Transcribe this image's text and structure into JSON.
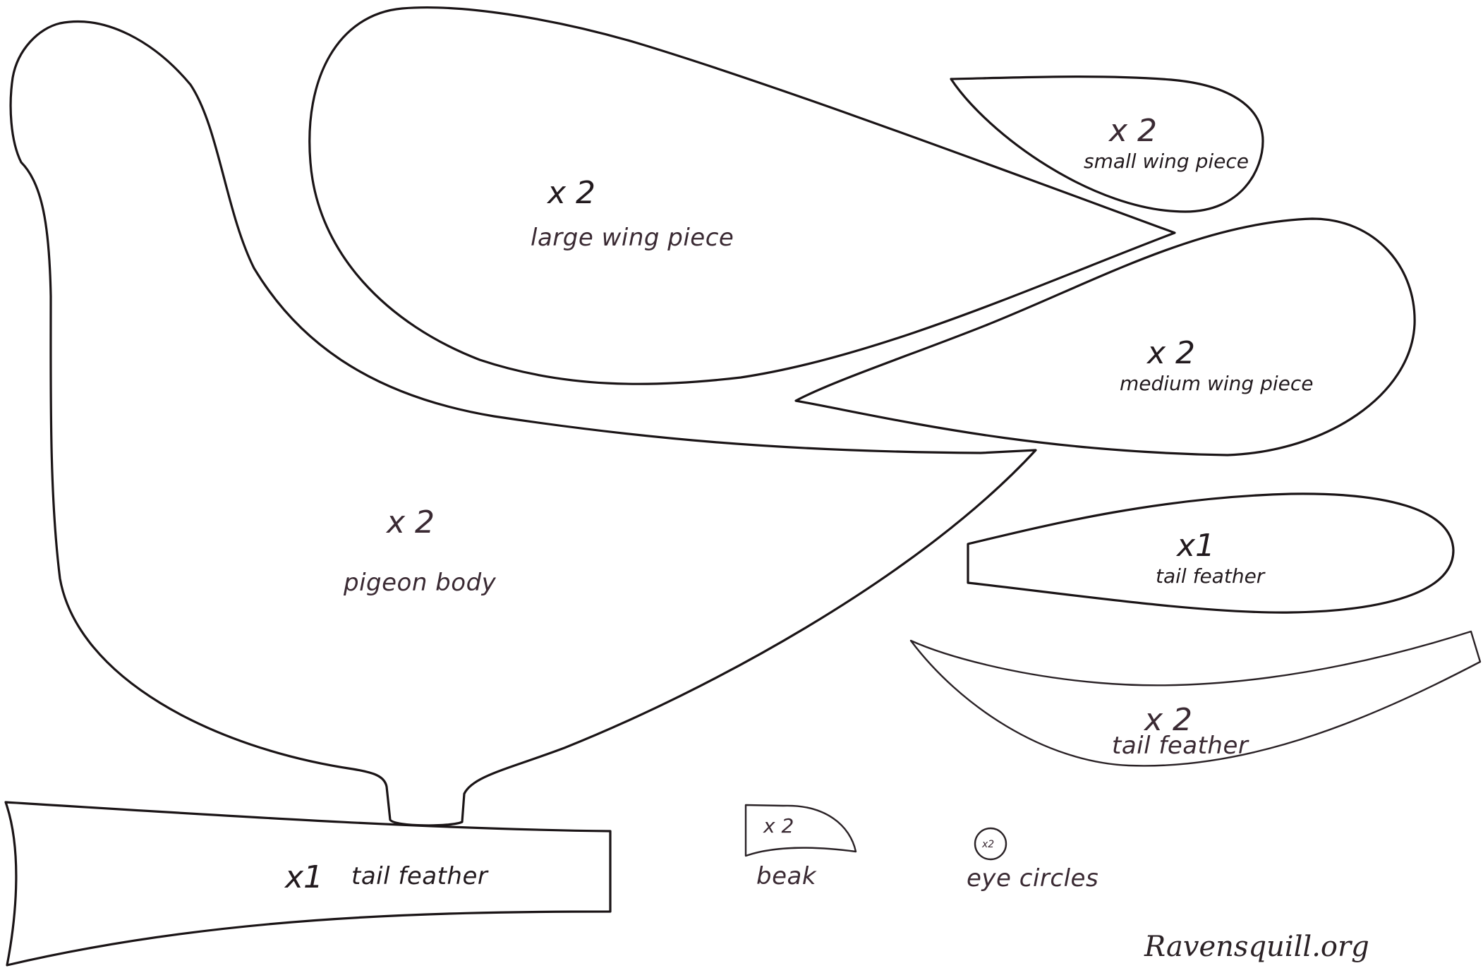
{
  "pieces": {
    "large_wing": {
      "count": "x 2",
      "label": "large wing piece"
    },
    "small_wing": {
      "count": "x 2",
      "label": "small wing piece"
    },
    "medium_wing": {
      "count": "x 2",
      "label": "medium wing piece"
    },
    "body": {
      "count": "x 2",
      "label": "pigeon body"
    },
    "tail_feather_right_1": {
      "count": "x1",
      "label": "tail feather"
    },
    "tail_feather_right_2": {
      "count": "x 2",
      "label": "tail feather"
    },
    "tail_feather_bottom": {
      "count": "x1",
      "label": "tail feather"
    },
    "beak": {
      "count": "x 2",
      "label": "beak"
    },
    "eye_circles": {
      "count": "x2",
      "label": "eye circles"
    }
  },
  "signature": "Ravensquill.org",
  "colors": {
    "line": "#1a1416",
    "ink": "#3a2a33",
    "paper": "#ffffff"
  }
}
